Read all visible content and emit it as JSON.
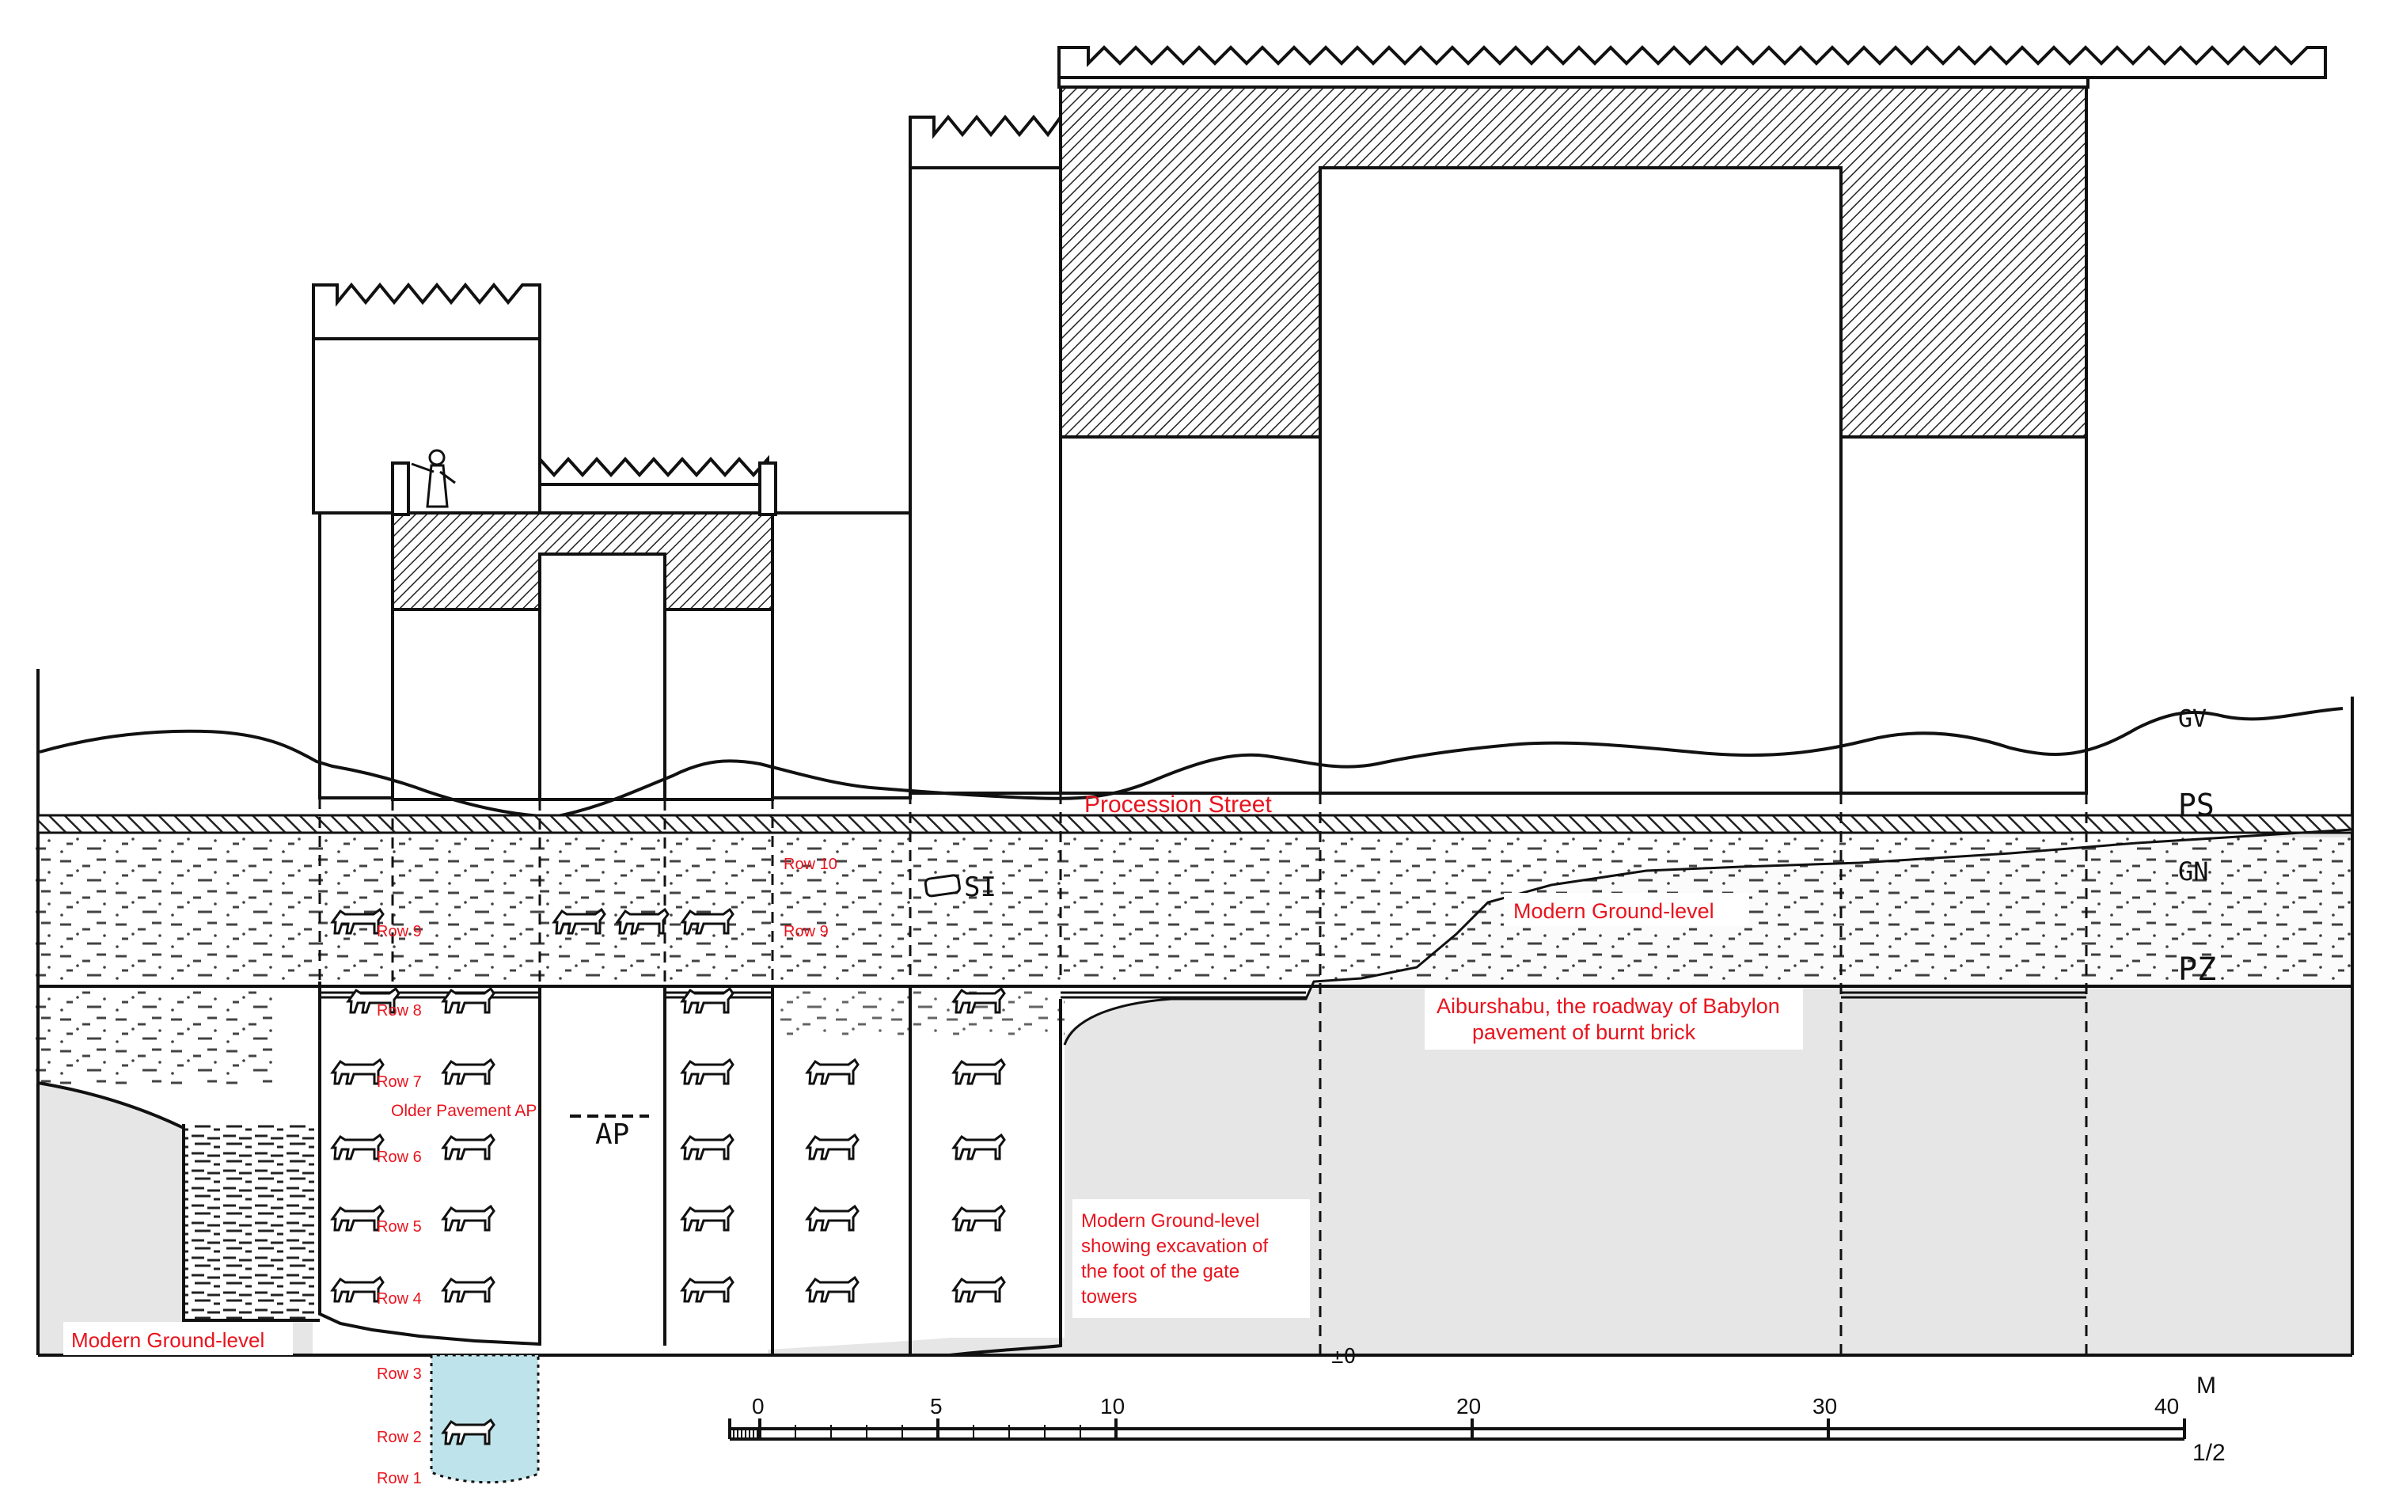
{
  "colors": {
    "ink": "#111111",
    "annotation_red": "#e8141e",
    "modern_ground_fill": "#e6e6e6",
    "water_fill": "#bfe3ea",
    "hatch": "#222222"
  },
  "level_codes": {
    "gv": "GV",
    "ps": "PS",
    "gn": "GN",
    "pz": "PZ",
    "ap": "AP",
    "si": "SI"
  },
  "annotations": {
    "procession_street": "Procession Street",
    "modern_ground_right": "Modern Ground-level",
    "aiburshabu_line1": "Aiburshabu, the roadway of Babylon",
    "aiburshabu_line2": "pavement of burnt brick",
    "older_pavement": "Older Pavement AP",
    "modern_ground_center_1": "Modern Ground-level",
    "modern_ground_center_2": "showing excavation of",
    "modern_ground_center_3": "the foot of the gate",
    "modern_ground_center_4": "towers",
    "modern_ground_left": "Modern Ground-level"
  },
  "rows": {
    "row1": "Row 1",
    "row2": "Row 2",
    "row3": "Row 3",
    "row4": "Row 4",
    "row5": "Row 5",
    "row6": "Row 6",
    "row7": "Row 7",
    "row8": "Row 8",
    "row9_left": "Row 9",
    "row9_right": "Row 9",
    "row10": "Row 10"
  },
  "scale_bar": {
    "ticks": [
      "0",
      "5",
      "10",
      "20",
      "30",
      "40"
    ],
    "unit": "M",
    "ratio_mark": "1/2"
  },
  "datum_mark": "±0"
}
